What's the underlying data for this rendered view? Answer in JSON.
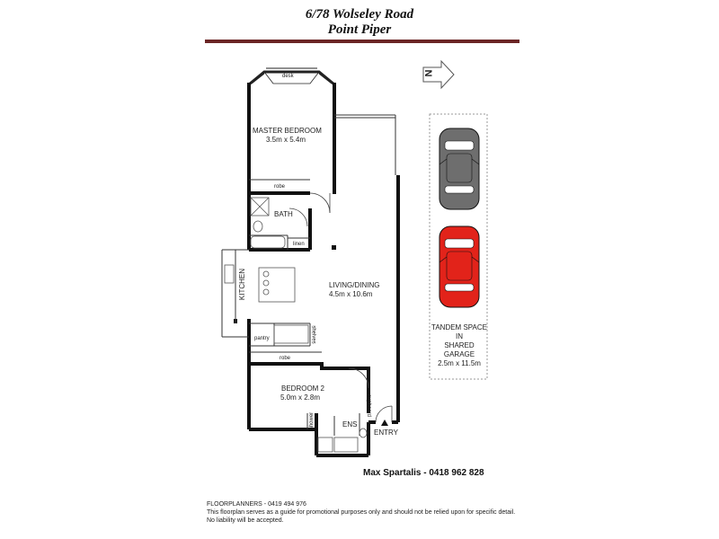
{
  "header": {
    "address_line1": "6/78 Wolseley Road",
    "address_line2": "Point Piper"
  },
  "compass": {
    "label": "N"
  },
  "rooms": {
    "master_bedroom": {
      "name": "MASTER BEDROOM",
      "size": "3.5m x 5.4m"
    },
    "desk": "desk",
    "robe_master": "robe",
    "bath": "BATH",
    "linen": "linen",
    "kitchen": "KITCHEN",
    "living_dining": {
      "name": "LIVING/DINING",
      "size": "4.5m x 10.6m"
    },
    "pantry": "pantry",
    "shelves": "shelves",
    "robe_bed2": "robe",
    "bedroom2": {
      "name": "BEDROOM 2",
      "size": "5.0m x 2.8m"
    },
    "shower": "shower",
    "ens": "ENS",
    "entry": "ENTRY",
    "cupboard": "cupboard"
  },
  "garage": {
    "line1": "TANDEM SPACE",
    "line2": "IN",
    "line3": "SHARED",
    "line4": "GARAGE",
    "size": "2.5m x 11.5m",
    "car_colors": [
      "#6e6e6e",
      "#e2231a"
    ]
  },
  "contact": "Max Spartalis - 0418 962 828",
  "footer": {
    "line1": "FLOORPLANNERS - 0419 494 976",
    "line2": "This floorplan serves as a guide for promotional purposes only and should not be relied upon for specific detail.",
    "line3": "No liability will be accepted."
  }
}
